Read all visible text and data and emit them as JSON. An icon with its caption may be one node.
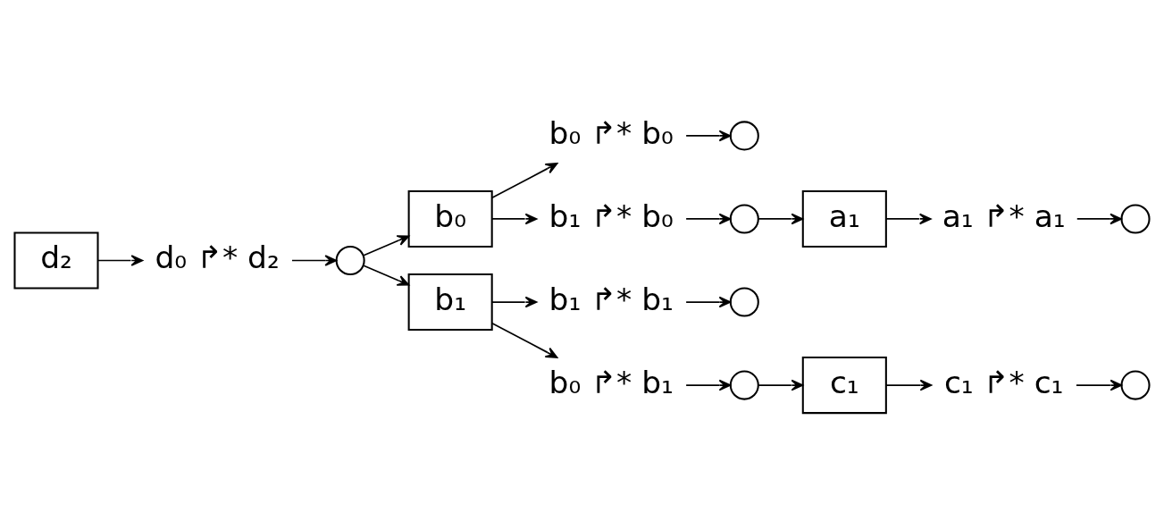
{
  "diagram": {
    "nodes": [
      {
        "text": [
          "d₂"
        ]
      },
      {
        "text": [
          "d₀ ↱* d₂"
        ]
      },
      {
        "text": [],
        "shape": "circle"
      },
      {
        "text": [
          "b₀"
        ]
      },
      {
        "text": [
          "b₁"
        ]
      },
      {
        "text": [
          "b₀ ↱* b₀"
        ]
      },
      {
        "text": [],
        "shape": "circle"
      },
      {
        "text": [
          "b₁ ↱* b₀"
        ]
      },
      {
        "text": [],
        "shape": "circle"
      },
      {
        "text": [
          "a₁"
        ]
      },
      {
        "text": [
          "a₁ ↱* a₁"
        ]
      },
      {
        "text": [],
        "shape": "circle"
      },
      {
        "text": [
          "b₁ ↱* b₁"
        ]
      },
      {
        "text": [],
        "shape": "circle"
      },
      {
        "text": [
          "b₀ ↱* b₁"
        ]
      },
      {
        "text": [],
        "shape": "circle"
      },
      {
        "text": [
          "c₁"
        ]
      },
      {
        "text": [
          "c₁ ↱* c₁"
        ]
      },
      {
        "text": [],
        "shape": "circle"
      }
    ],
    "edges": [
      {
        "from": 0,
        "to": 1,
        "arrow": "to"
      },
      {
        "from": 1,
        "to": 2,
        "arrow": "to"
      },
      {
        "from": 2,
        "to": 3,
        "arrow": "to"
      },
      {
        "from": 2,
        "to": 4,
        "arrow": "to"
      },
      {
        "from": 3,
        "to": 5,
        "arrow": "to"
      },
      {
        "from": 3,
        "to": 7,
        "arrow": "to"
      },
      {
        "from": 5,
        "to": 6,
        "arrow": "to"
      },
      {
        "from": 7,
        "to": 8,
        "arrow": "to"
      },
      {
        "from": 8,
        "to": 9,
        "arrow": "to"
      },
      {
        "from": 9,
        "to": 10,
        "arrow": "to"
      },
      {
        "from": 10,
        "to": 11,
        "arrow": "to"
      },
      {
        "from": 4,
        "to": 12,
        "arrow": "to"
      },
      {
        "from": 4,
        "to": 14,
        "arrow": "to"
      },
      {
        "from": 12,
        "to": 13,
        "arrow": "to"
      },
      {
        "from": 14,
        "to": 15,
        "arrow": "to"
      },
      {
        "from": 15,
        "to": 16,
        "arrow": "to"
      },
      {
        "from": 16,
        "to": 17,
        "arrow": "to"
      },
      {
        "from": 17,
        "to": 18,
        "arrow": "to"
      }
    ]
  }
}
